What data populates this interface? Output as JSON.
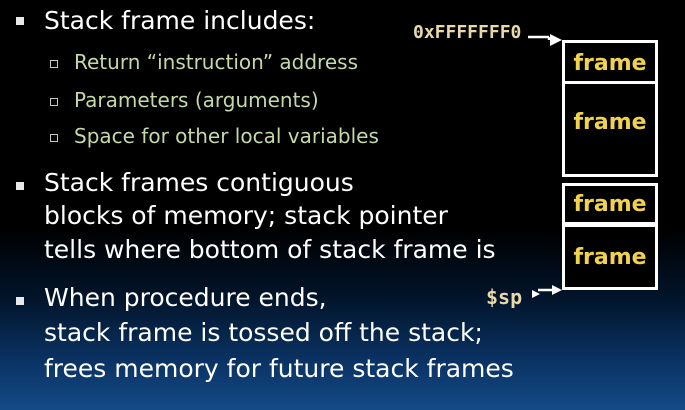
{
  "bullets": [
    {
      "lines": [
        "Stack frame includes:"
      ],
      "sub": [
        "Return “instruction” address",
        "Parameters (arguments)",
        "Space for other local variables"
      ]
    },
    {
      "lines": [
        "Stack frames contiguous",
        "blocks of memory; stack pointer",
        "tells where bottom of stack frame is"
      ]
    },
    {
      "lines": [
        "When procedure ends,",
        "stack frame is tossed off the stack;",
        "frees memory for future stack frames"
      ]
    }
  ],
  "diagram": {
    "top_address": "0xFFFFFFF0",
    "sp_label": "$sp",
    "frames": [
      "frame",
      "frame",
      "frame",
      "frame"
    ]
  },
  "colors": {
    "text": "#ffffff",
    "sub_text": "#c4d9a6",
    "frame_label": "#f1d24d",
    "code": "#e8d9a8"
  }
}
